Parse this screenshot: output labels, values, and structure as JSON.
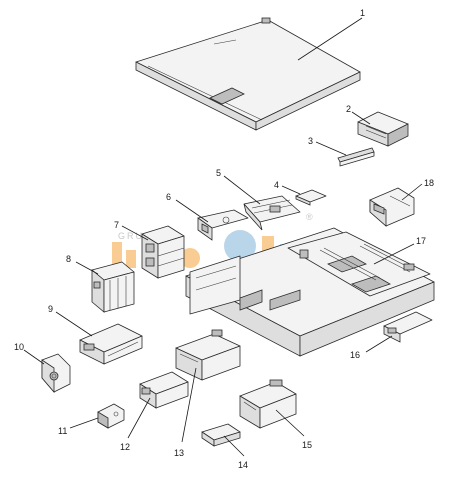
{
  "callouts": [
    "1",
    "2",
    "3",
    "4",
    "5",
    "6",
    "7",
    "8",
    "9",
    "10",
    "11",
    "12",
    "13",
    "14",
    "15",
    "16",
    "17",
    "18"
  ],
  "watermark": {
    "text": "GRUPA",
    "mark": "®"
  }
}
